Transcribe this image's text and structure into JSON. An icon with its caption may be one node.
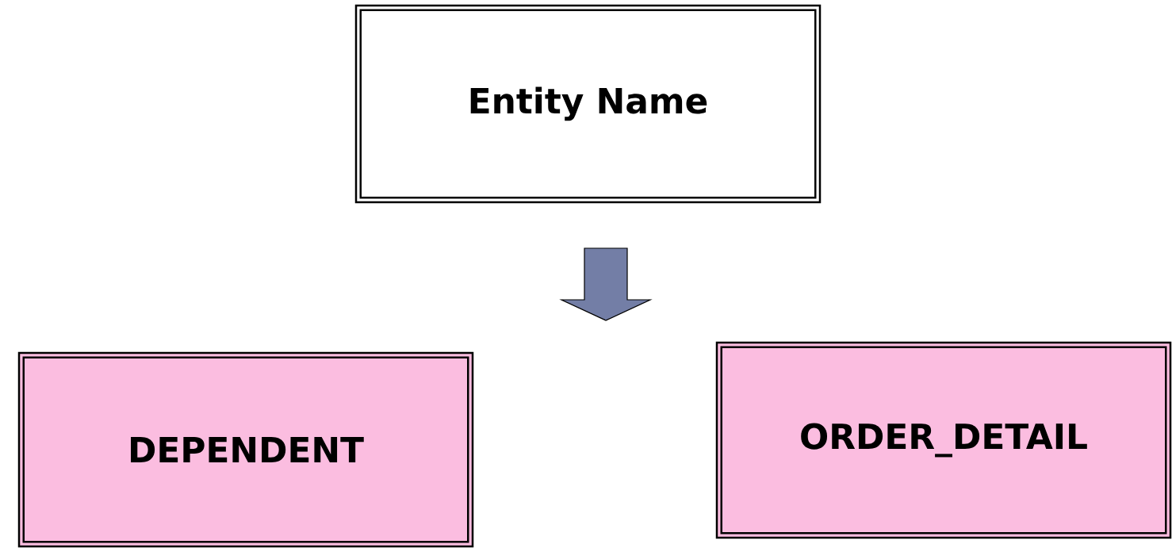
{
  "diagram": {
    "nodes": [
      {
        "text": [
          "Entity Name"
        ]
      },
      {
        "text": [
          "DEPENDENT"
        ]
      },
      {
        "text": [
          "ORDER_DETAIL"
        ]
      }
    ]
  }
}
